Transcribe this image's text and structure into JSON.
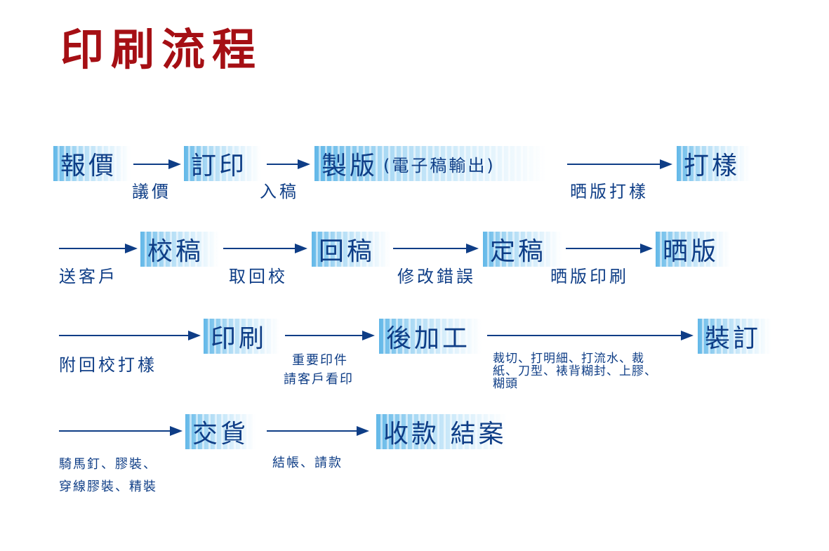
{
  "title": "印刷流程",
  "steps": {
    "quote": "報價",
    "order": "訂印",
    "plate": "製版",
    "plate_note": "(電子稿輸出)",
    "proof": "打樣",
    "check_proof": "校稿",
    "return_draft": "回稿",
    "final_draft": "定稿",
    "expose_plate": "晒版",
    "print": "印刷",
    "post_process": "後加工",
    "binding": "裝訂",
    "delivery": "交貨",
    "payment": "收款 結案"
  },
  "labels": {
    "negotiate_price": "議價",
    "submit_manuscript": "入稿",
    "plate_proofing": "晒版打樣",
    "send_client": "送客戶",
    "retrieve_proof": "取回校",
    "revise_errors": "修改錯誤",
    "plate_printing": "晒版印刷",
    "attach_proof": "附回校打樣",
    "important_print_line1": "重要印件",
    "important_print_line2": "請客戶看印",
    "finishing_line1": "裁切、打明細、打流水、裁",
    "finishing_line2": "紙、刀型、裱背糊封、上膠、",
    "finishing_line3": "糊頭",
    "binding_methods_line1": "騎馬釘、膠裝、",
    "binding_methods_line2": "穿線膠裝、精裝",
    "billing": "結帳、請款"
  },
  "colors": {
    "title": "#a50f14",
    "text": "#0e3d86",
    "band": "#63b8e8"
  }
}
